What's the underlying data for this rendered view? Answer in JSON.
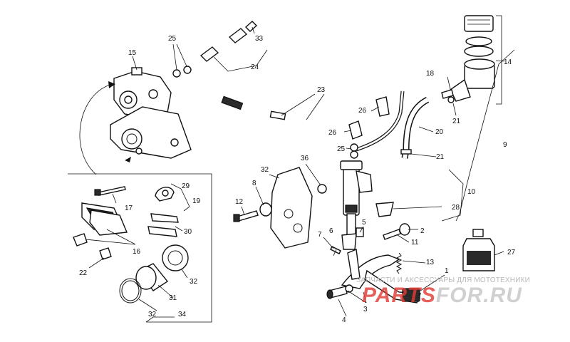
{
  "watermark": {
    "tagline": "ЗАПЧАСТИ И АКСЕССУАРЫ ДЛЯ МОТОТЕХНИКИ",
    "brand_part1": "PARTS",
    "brand_part2": "FOR.RU"
  },
  "callouts": {
    "c1": "1",
    "c2": "2",
    "c3": "3",
    "c4": "4",
    "c5": "5",
    "c6": "6",
    "c7": "7",
    "c8": "8",
    "c9": "9",
    "c10": "10",
    "c11": "11",
    "c12": "12",
    "c13": "13",
    "c14": "14",
    "c15": "15",
    "c16": "16",
    "c17": "17",
    "c18": "18",
    "c19": "19",
    "c20": "20",
    "c21a": "21",
    "c21b": "21",
    "c22": "22",
    "c23": "23",
    "c24": "24",
    "c25a": "25",
    "c25b": "25",
    "c26a": "26",
    "c26b": "26",
    "c27": "27",
    "c28": "28",
    "c29": "29",
    "c30": "30",
    "c31": "31",
    "c32a": "32",
    "c32b": "32",
    "c32c": "32",
    "c33": "33",
    "c34": "34",
    "c36": "36"
  }
}
